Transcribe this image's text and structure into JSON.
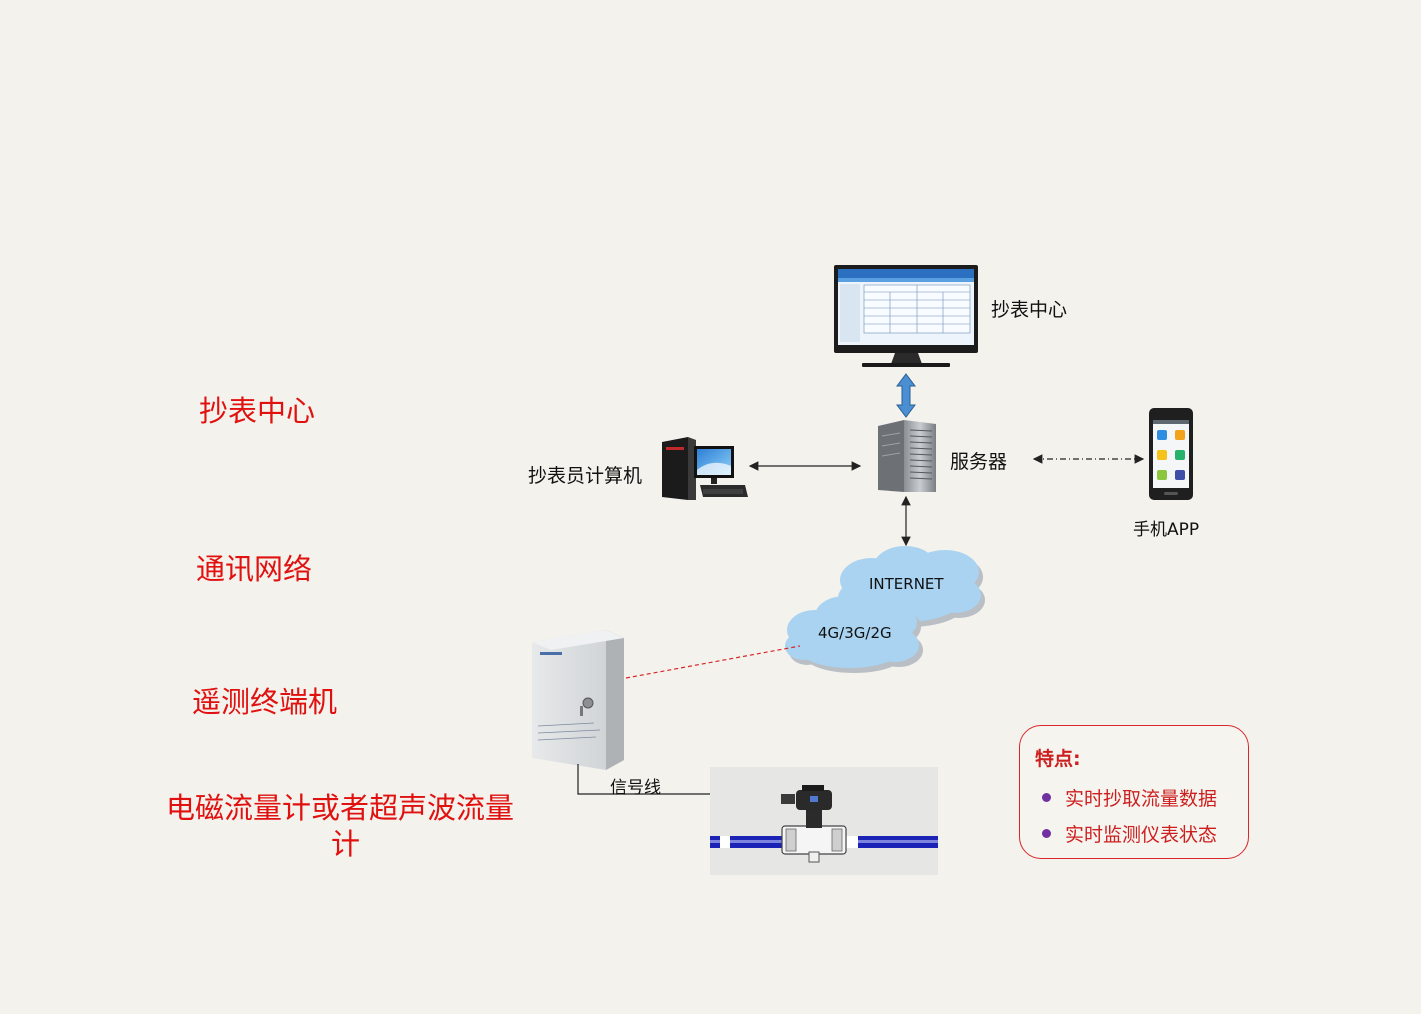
{
  "layers": {
    "center": "抄表中心",
    "network": "通讯网络",
    "terminal": "遥测终端机",
    "meter_line1": "电磁流量计或者超声波流量",
    "meter_line2": "计"
  },
  "nodes": {
    "monitor": "抄表中心",
    "computer": "抄表员计算机",
    "server": "服务器",
    "phone": "手机APP",
    "internet": "INTERNET",
    "mobile_network": "4G/3G/2G",
    "signal_wire": "信号线"
  },
  "features": {
    "title": "特点:",
    "items": [
      "实时抄取流量数据",
      "实时监测仪表状态"
    ]
  },
  "colors": {
    "layer_text": "#e0110f",
    "feature_text": "#cc1f1f",
    "bullet": "#7030a0",
    "cloud": "#a9d3f0",
    "pipe": "#1a23b5",
    "dashed_link": "#d8262a"
  }
}
